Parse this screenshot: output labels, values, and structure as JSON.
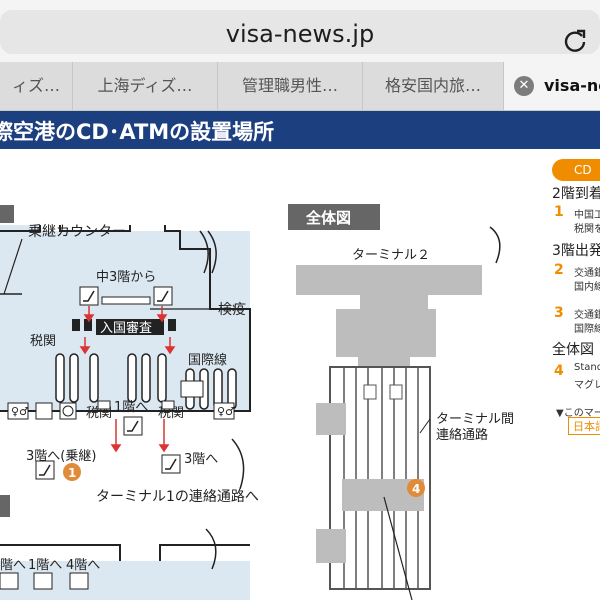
{
  "browser": {
    "url": "visa-news.jp",
    "reload_icon": "reload-icon",
    "tabs": [
      {
        "label": "ィズ…"
      },
      {
        "label": "上海ディズ…"
      },
      {
        "label": "管理職男性…"
      },
      {
        "label": "格安国内旅…"
      },
      {
        "label": "visa-ne",
        "active": true
      }
    ],
    "close_icon": "close-icon"
  },
  "banner": {
    "title": "際空港のCD･ATMの設置場所",
    "color": "#1c3f80"
  },
  "map": {
    "overall_label": "全体図",
    "terminal2": "ターミナル２",
    "connector_line1": "ターミナル間",
    "connector_line2": "連絡通路",
    "transfer_counter": "乗継カウンター",
    "from_3f": "中3階から",
    "quarantine": "検疫",
    "customs": "税関",
    "immigration": "入国審査",
    "international": "国際線",
    "to_1f": "1階へ",
    "to_3f_transfer": "3階へ(乗継)",
    "to_3f": "3階へ",
    "to_terminal1": "ターミナル1の連絡通路へ",
    "bottom_to": [
      "階へ",
      "1階へ",
      "4階へ"
    ],
    "marker_1": "1",
    "marker_4": "4",
    "accent": "#e08a3a"
  },
  "sidebar": {
    "head": "CD",
    "arrive_2f": "2階到着",
    "item1_num": "1",
    "item1_a": "中国工",
    "item1_b": "税関を",
    "depart_3f": "3階出発",
    "item2_num": "2",
    "item2_a": "交通銀",
    "item2_b": "国内線",
    "item3_num": "3",
    "item3_a": "交通銀",
    "item3_b": "国際線",
    "overall": "全体図",
    "item4_num": "4",
    "item4_a": "Standa",
    "item4_b": "マグレブ",
    "note": "▼このマー",
    "lang_tag": "日本語"
  }
}
